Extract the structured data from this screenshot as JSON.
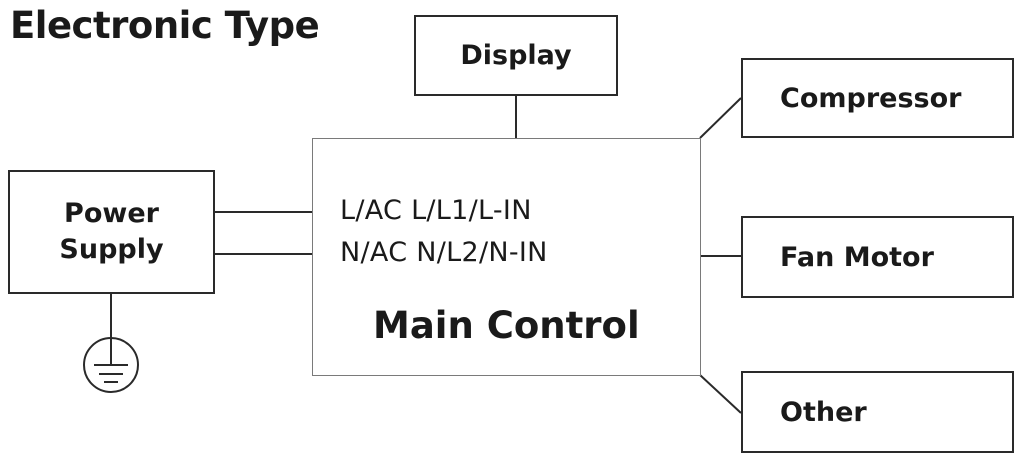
{
  "title": "Electronic Type",
  "blocks": {
    "display": "Display",
    "compressor": "Compressor",
    "fan_motor": "Fan Motor",
    "other": "Other",
    "power_supply_line1": "Power",
    "power_supply_line2": "Supply",
    "main_control": "Main Control"
  },
  "terminals": {
    "line": "L/AC L/L1/L-IN",
    "neutral": "N/AC N/L2/N-IN"
  },
  "icons": {
    "ground": "ground-icon"
  },
  "colors": {
    "line": "#2a2a2a",
    "main_border": "#7a7a7a",
    "text": "#1a1a1a"
  }
}
